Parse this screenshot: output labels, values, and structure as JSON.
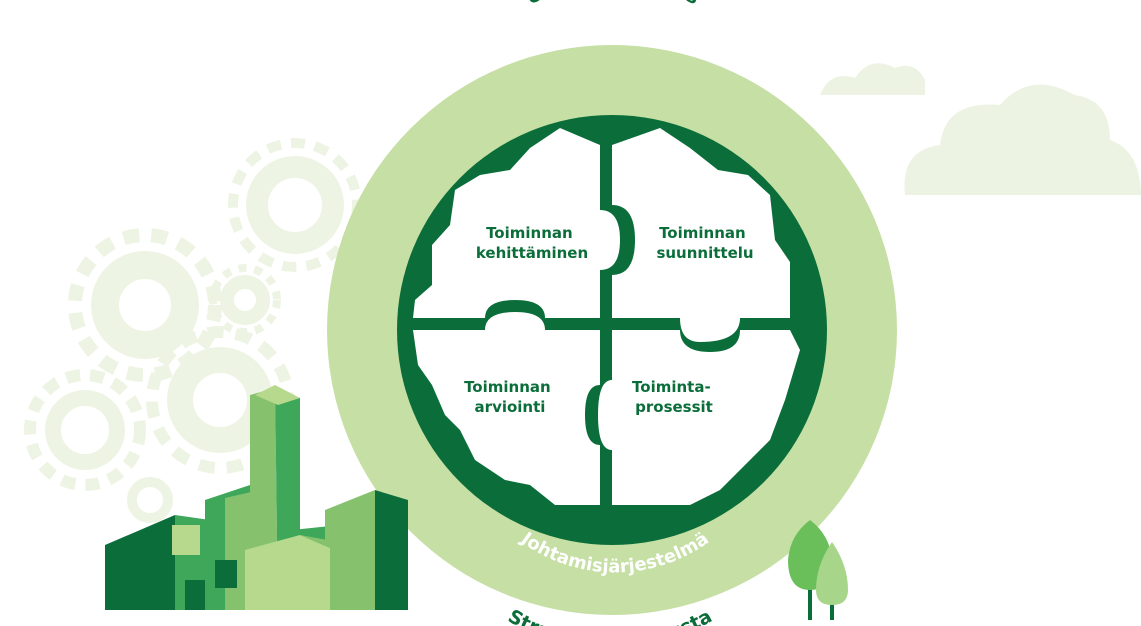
{
  "diagram": {
    "outer_ring_top_label": "Ulkoinen ohjaus",
    "outer_ring_bottom_label": "Strateginen perusta",
    "inner_ring_label": "Johtamisjärjestelmä",
    "pieces": {
      "top_left": [
        "Toiminnan",
        "kehittäminen"
      ],
      "top_right": [
        "Toiminnan",
        "suunnittelu"
      ],
      "bottom_left": [
        "Toiminnan",
        "arviointi"
      ],
      "bottom_right": [
        "Toiminta-",
        "prosessit"
      ]
    }
  },
  "colors": {
    "dark_green": "#0b6e3a",
    "outer_ring": "#c5dfa4",
    "gear_light": "#eef4e4",
    "cloud": "#edf3e3",
    "building_mid": "#3ea75a",
    "building_light": "#86c26d",
    "building_pale": "#b6d98e",
    "tree": "#6bbf5b"
  }
}
